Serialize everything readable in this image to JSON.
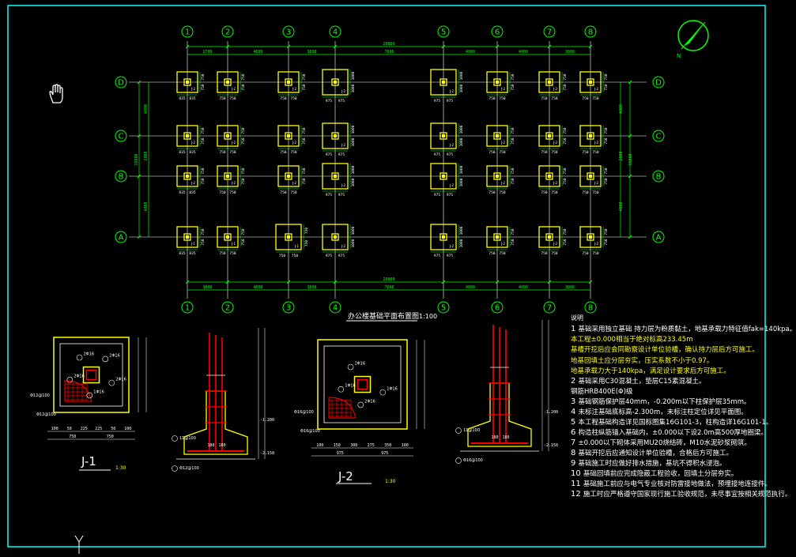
{
  "plan": {
    "title": "办公楼基础平面布置图",
    "scale": "1:100",
    "axes_x": [
      "1",
      "2",
      "3",
      "4",
      "5",
      "6",
      "7",
      "8"
    ],
    "axes_y": [
      "D",
      "C",
      "B",
      "A"
    ],
    "top_total": "29800",
    "top_spans": [
      "2700",
      "4500",
      "3500",
      "7600",
      "4000",
      "4000",
      "3000"
    ],
    "bottom_total": "29800",
    "bottom_spans": [
      "3000",
      "4500",
      "3500",
      "7600",
      "4000",
      "4000",
      "3000"
    ],
    "left_total": "16800",
    "left_spans": [
      "4800",
      "2800",
      "4800"
    ],
    "right_total": "16800",
    "right_spans": [
      "4800",
      "2800",
      "4800"
    ],
    "footing_dim_a": "750",
    "footing_dim_b": "835",
    "footing_dim_c": "975",
    "footing_dim_d": "1000"
  },
  "details": [
    {
      "name": "J-1",
      "scale": "1:30",
      "rebar_top": "11@100",
      "rebar_side": "Φ12@100",
      "rebar_bottom": "Φ12@100",
      "bar_labels": [
        "2Φ16",
        "1Φ16",
        "2Φ16",
        "2Φ16",
        "2Φ16"
      ],
      "plan_dims": [
        "100",
        "50",
        "225",
        "225",
        "50",
        "100"
      ],
      "plan_dims_total": [
        "750",
        "750"
      ],
      "section_dims": [
        "180",
        "180"
      ],
      "elevation": "-1.200",
      "elevation2": "-2.150"
    },
    {
      "name": "J-2",
      "scale": "1:30",
      "rebar_top": "11@100",
      "rebar_side": "Φ16@100",
      "rebar_bottom": "Φ16@100",
      "bar_labels": [
        "1Φ16",
        "2Φ16",
        "1Φ16",
        "2Φ16"
      ],
      "plan_dims": [
        "100",
        "150",
        "300",
        "275",
        "350",
        "100"
      ],
      "plan_dims_total": [
        "975",
        "975"
      ],
      "section_dims": [
        "180",
        "180"
      ],
      "elevation": "-1.200",
      "elevation2": "-2.150"
    }
  ],
  "notes": {
    "title": "说明",
    "items": [
      {
        "num": "1",
        "text": "基础采用独立基础 持力层为粉质黏土，地基承载力特征值fak=140kpa。",
        "yellow": false
      },
      {
        "num": "",
        "text": "本工程±0.000相当于绝对标高233.45m",
        "yellow": true
      },
      {
        "num": "",
        "text": "基槽开挖后应会同勘察设计单位验槽，确认持力层后方可施工。",
        "yellow": true
      },
      {
        "num": "",
        "text": "地基回填土应分层夯实，压实系数不小于0.97。",
        "yellow": true
      },
      {
        "num": "",
        "text": "地基承载力大于140kpa，满足设计要求后方可施工。",
        "yellow": true
      },
      {
        "num": "2",
        "text": "基础采用C30混凝土，垫层C15素混凝土。",
        "yellow": false
      },
      {
        "num": "",
        "text": "钢筋HRB400E(Φ)级",
        "yellow": false
      },
      {
        "num": "3",
        "text": "基础钢筋保护层40mm，-0.200m以下柱保护层35mm。",
        "yellow": false
      },
      {
        "num": "4",
        "text": "未标注基础底标高-2.300m，未标注柱定位详见平面图。",
        "yellow": false
      },
      {
        "num": "5",
        "text": "本工程基础构造详见国标图集16G101-3，柱构造详16G101-1。",
        "yellow": false
      },
      {
        "num": "6",
        "text": "构造柱纵筋锚入基础内，±0.000以下设2.0m高500厚地圈梁。",
        "yellow": false
      },
      {
        "num": "7",
        "text": "±0.000以下砌体采用MU20烧结砖，M10水泥砂浆砌筑。",
        "yellow": false
      },
      {
        "num": "8",
        "text": "基础开挖后应通知设计单位验槽，合格后方可施工。",
        "yellow": false
      },
      {
        "num": "9",
        "text": "基础施工时应做好排水措施，基坑不得积水浸泡。",
        "yellow": false
      },
      {
        "num": "10",
        "text": "基础回填前应完成隐蔽工程验收，回填土分层夯实。",
        "yellow": false
      },
      {
        "num": "11",
        "text": "基础施工前应与电气专业核对防雷接地做法，预埋接地连接件。",
        "yellow": false
      },
      {
        "num": "12",
        "text": "施工时应严格遵守国家现行施工验收规范，未尽事宜按相关规范执行。",
        "yellow": false
      }
    ]
  },
  "colors": {
    "frame": "#00ffff",
    "axis": "#00ff00",
    "footing": "#ffff00",
    "column": "#ffff00",
    "rebar": "#ff0000",
    "hatch": "#ff0000",
    "text": "#ffffff",
    "dim": "#00ff00",
    "grid": "#ffffff"
  },
  "icons": {
    "hand": "pan-hand-icon",
    "north": "north-arrow-icon",
    "ucs": "ucs-icon"
  }
}
